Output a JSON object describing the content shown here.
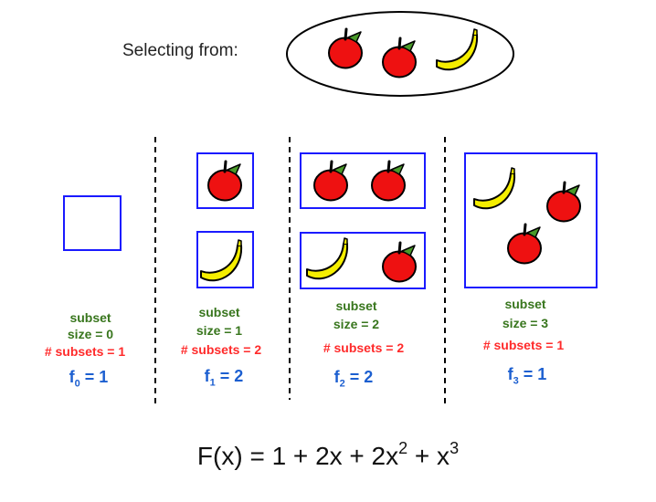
{
  "header": {
    "label": "Selecting from:"
  },
  "pool": {
    "items": [
      "apple",
      "apple",
      "banana"
    ]
  },
  "columns": [
    {
      "subset_label": "subset",
      "size_label": "size = 0",
      "count_label": "# subsets = 1",
      "f_name": "f",
      "f_index": "0",
      "f_value": " = 1"
    },
    {
      "subset_label": "subset",
      "size_label": "size = 1",
      "count_label": "# subsets = 2",
      "f_name": "f",
      "f_index": "1",
      "f_value": " = 2"
    },
    {
      "subset_label": "subset",
      "size_label": "size = 2",
      "count_label": "# subsets = 2",
      "f_name": "f",
      "f_index": "2",
      "f_value": " = 2"
    },
    {
      "subset_label": "subset",
      "size_label": "size = 3",
      "count_label": "# subsets = 1",
      "f_name": "f",
      "f_index": "3",
      "f_value": " = 1"
    }
  ],
  "formula": {
    "part1": "F(x) = 1 + 2x + 2x",
    "exp1": "2",
    "part2": " + x",
    "exp2": "3"
  },
  "colors": {
    "box": "#1a1aff",
    "apple": "#ee1111",
    "leaf": "#4a9a2a",
    "banana": "#f5ee00",
    "size_text": "#38761d",
    "count_text": "#ff2a2a",
    "f_text": "#1c5fd0"
  }
}
